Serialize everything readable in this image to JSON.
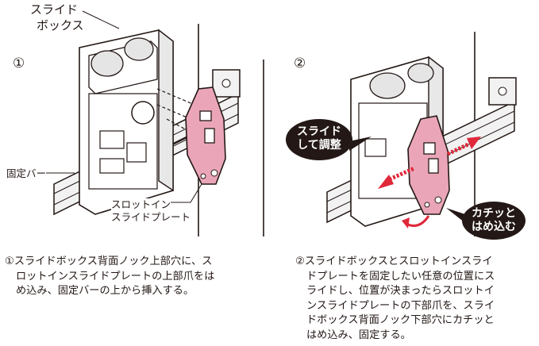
{
  "panel1": {
    "step": "①",
    "labels": {
      "slide_box_line1": "スライド",
      "slide_box_line2": "ボックス",
      "fixed_bar": "固定バー",
      "plate_line1": "スロットイン",
      "plate_line2": "スライドプレート"
    },
    "caption": {
      "line1": "①スライドボックス背面ノック上部穴に、ス",
      "line2": "ロットインスライドプレートの上部爪をは",
      "line3": "め込み、固定バーの上から挿入する。"
    }
  },
  "panel2": {
    "step": "②",
    "bubbles": {
      "slide_line1": "スライド",
      "slide_line2": "して調整",
      "click_line1": "カチッと",
      "click_line2": "はめ込む"
    },
    "caption": {
      "line1": "②スライドボックスとスロットインスライ",
      "line2": "ドプレートを固定したい任意の位置にス",
      "line3": "ライドし、位置が決まったらスロットイ",
      "line4": "ンスライドプレートの下部爪を、スライ",
      "line5": "ドボックス背面ノック下部穴にカチッと",
      "line6": "はめ込み、固定する。"
    }
  },
  "colors": {
    "plate_fill": "#eaa6b8",
    "arrow_red": "#e0283a",
    "bubble_black": "#231815",
    "line": "#231815"
  }
}
